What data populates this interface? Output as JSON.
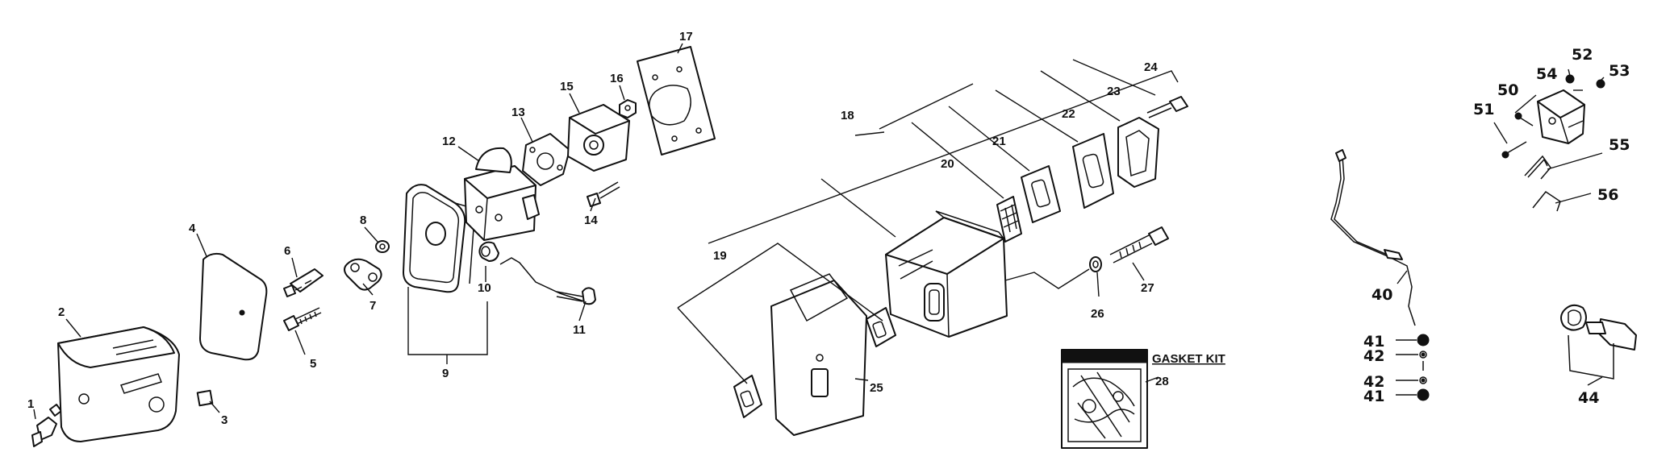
{
  "diagram": {
    "labels": [
      "1",
      "2",
      "3",
      "4",
      "5",
      "6",
      "7",
      "8",
      "9",
      "10",
      "11",
      "12",
      "13",
      "14",
      "15",
      "16",
      "17",
      "18",
      "19",
      "20",
      "21",
      "22",
      "23",
      "24",
      "25",
      "26",
      "27",
      "28",
      "40",
      "41",
      "42",
      "42",
      "41",
      "44",
      "50",
      "51",
      "52",
      "53",
      "54",
      "55",
      "56"
    ],
    "gasket_kit_title": "GASKET KIT"
  }
}
